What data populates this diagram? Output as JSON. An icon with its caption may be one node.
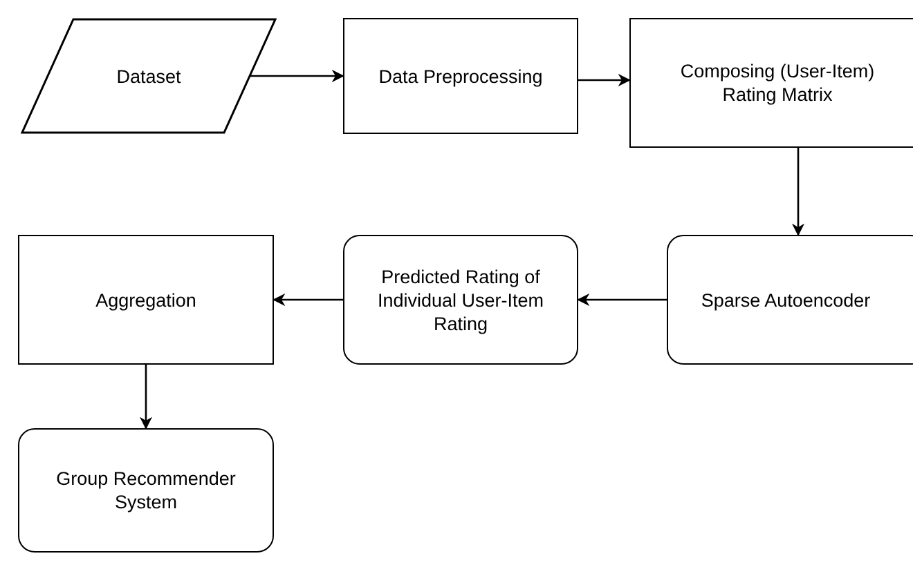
{
  "diagram": {
    "nodes": [
      {
        "text": [
          "Dataset"
        ]
      },
      {
        "text": [
          "Data Preprocessing"
        ]
      },
      {
        "text": [
          "Composing (User-Item) Rating Matrix"
        ]
      },
      {
        "text": [
          "Sparse Autoencoder"
        ]
      },
      {
        "text": [
          "Predicted Rating of Individual User-Item Rating"
        ]
      },
      {
        "text": [
          "Aggregation"
        ]
      },
      {
        "text": [
          "Group Recommender System"
        ]
      }
    ],
    "edges": [
      {
        "from": 0,
        "to": 1,
        "arrow": "to"
      },
      {
        "from": 1,
        "to": 2,
        "arrow": "to"
      },
      {
        "from": 2,
        "to": 3,
        "arrow": "to"
      },
      {
        "from": 3,
        "to": 4,
        "arrow": "to"
      },
      {
        "from": 4,
        "to": 5,
        "arrow": "to"
      },
      {
        "from": 5,
        "to": 6,
        "arrow": "to"
      }
    ]
  }
}
